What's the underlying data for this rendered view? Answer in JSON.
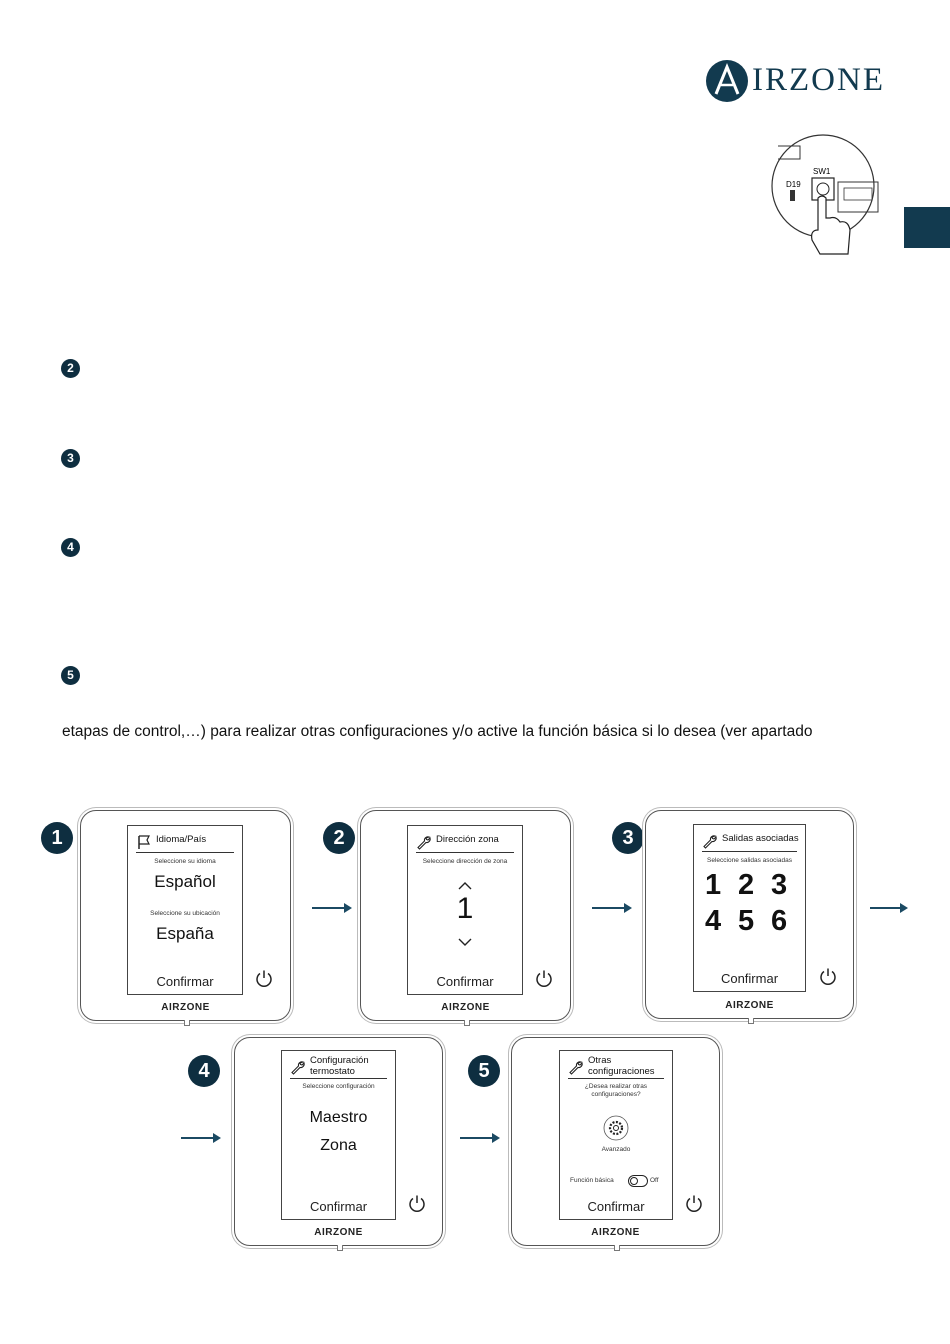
{
  "header": {
    "logo_text": "IRZONE"
  },
  "illustration": {
    "d19_label": "D19",
    "sw1_label": "SW1"
  },
  "step_markers": [
    "2",
    "3",
    "4",
    "5"
  ],
  "body_text": "etapas de control,…) para realizar otras configuraciones y/o active la función básica si lo desea (ver apartado",
  "devices": {
    "brand": "AIRZONE",
    "confirm": "Confirmar",
    "d1": {
      "badge": "1",
      "title": "Idioma/País",
      "lang_prompt": "Seleccione su idioma",
      "lang_value": "Español",
      "loc_prompt": "Seleccione su ubicación",
      "loc_value": "España"
    },
    "d2": {
      "badge": "2",
      "title": "Dirección zona",
      "prompt": "Seleccione dirección de zona",
      "value": "1"
    },
    "d3": {
      "badge": "3",
      "title": "Salidas asociadas",
      "prompt": "Seleccione salidas asociadas",
      "outputs": [
        "1",
        "2",
        "3",
        "4",
        "5",
        "6"
      ]
    },
    "d4": {
      "badge": "4",
      "title_line1": "Configuración",
      "title_line2": "termostato",
      "prompt": "Seleccione configuración",
      "option1": "Maestro",
      "option2": "Zona"
    },
    "d5": {
      "badge": "5",
      "title_line1": "Otras",
      "title_line2": "configuraciones",
      "question_line1": "¿Desea realizar otras",
      "question_line2": "configuraciones?",
      "advanced": "Avanzado",
      "basic_function": "Función básica",
      "toggle_state": "Off"
    }
  }
}
